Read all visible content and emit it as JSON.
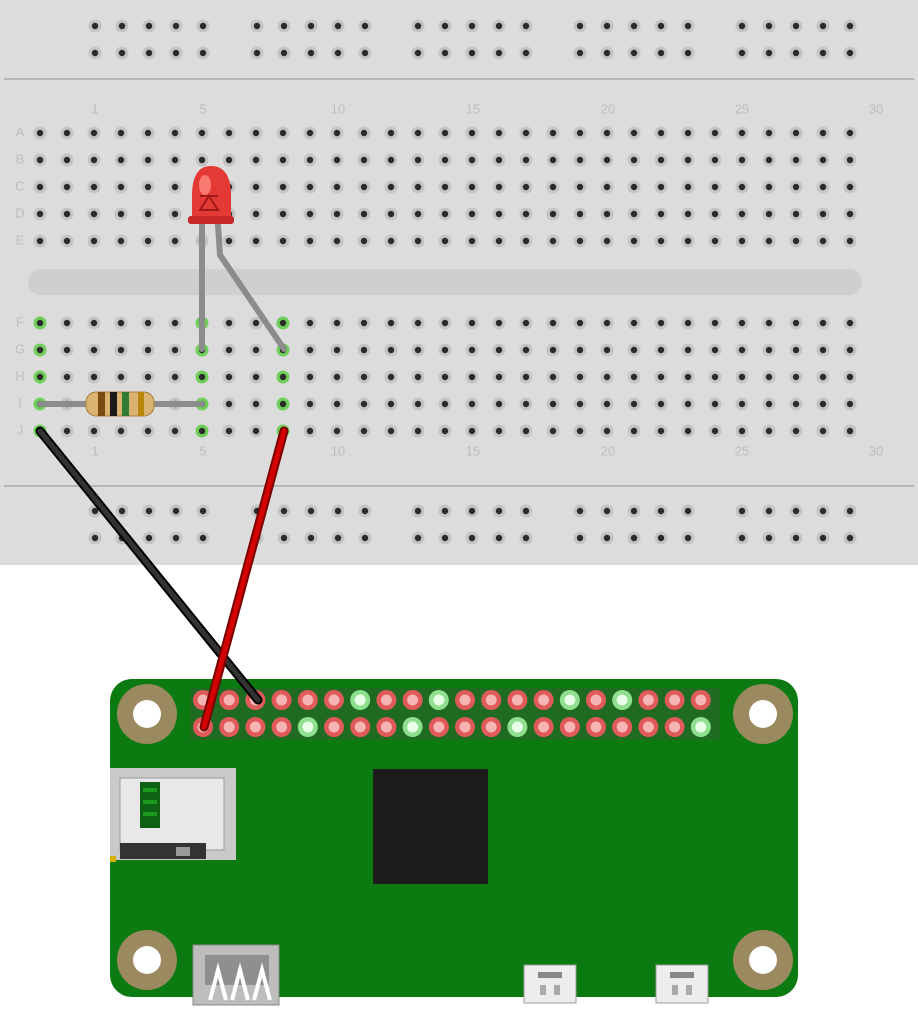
{
  "breadboard": {
    "row_labels_top": [
      "A",
      "B",
      "C",
      "D",
      "E"
    ],
    "row_labels_bottom": [
      "F",
      "G",
      "H",
      "I",
      "J"
    ],
    "column_numbers": [
      "1",
      "5",
      "10",
      "15",
      "20",
      "25",
      "30"
    ],
    "columns": 31
  },
  "components": {
    "led": {
      "name": "LED",
      "color": "#e53935"
    },
    "resistor": {
      "name": "resistor"
    },
    "wires": [
      {
        "name": "black-wire",
        "color": "#1a1a1a"
      },
      {
        "name": "red-wire",
        "color": "#cc0000"
      }
    ]
  },
  "board": {
    "name": "Raspberry Pi Zero",
    "pcb_color": "#0b7a10",
    "header_pins_per_row": 20,
    "header_rows": 2
  },
  "colors": {
    "breadboard": "#dcdcdc",
    "hole": "#2b2b2b",
    "active_hole": "#6fcf5a",
    "pin_red": "#e05a5a",
    "pin_green": "#8ee08e"
  }
}
